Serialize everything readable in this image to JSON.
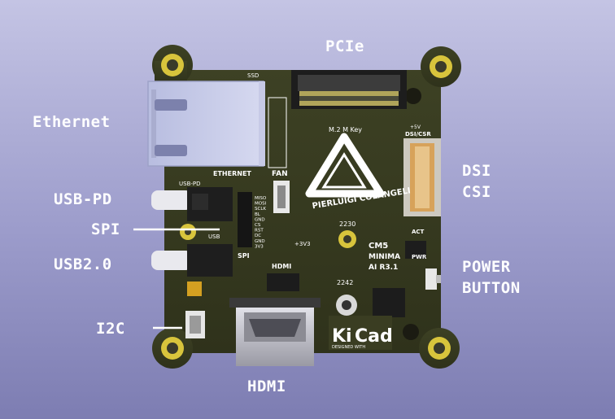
{
  "callouts": {
    "pcie": "PCIe",
    "ethernet": "Ethernet",
    "usb_pd": "USB-PD",
    "spi": "SPI",
    "usb2": "USB2.0",
    "i2c": "I2C",
    "hdmi": "HDMI",
    "dsi": "DSI",
    "csi": "CSI",
    "power_line1": "POWER",
    "power_line2": "BUTTON"
  },
  "silkscreen": {
    "ssd": "SSD",
    "m2_key": "M.2 M Key",
    "designer": "PIERLUIGI COLANGELI",
    "ethernet": "ETHERNET",
    "fan": "FAN",
    "usb_pd": "USB-PD",
    "usb": "USB",
    "spi": "SPI",
    "hdmi": "HDMI",
    "v33": "+3V3",
    "size_2230": "2230",
    "size_2242": "2242",
    "cm5_line1": "CM5",
    "cm5_line2": "MINIMA",
    "cm5_line3": "AI R3.1",
    "act": "ACT",
    "pwr": "PWR",
    "dsi_csr": "DSI/CSR",
    "v5": "+5V",
    "logo_ki": "Ki",
    "logo_cad": "Cad",
    "designed_with": "DESIGNED WITH",
    "spi_pins": [
      "MISO",
      "MOSI",
      "SCLK",
      "BL",
      "GND",
      "CS",
      "RST",
      "DC",
      "GND",
      "3V3"
    ]
  },
  "colors": {
    "pcb": "#36391f",
    "silkscreen": "#ffffff",
    "pad_gold": "#c9b43a",
    "background_top": "#c4c4e4",
    "background_bottom": "#7d7db2"
  }
}
